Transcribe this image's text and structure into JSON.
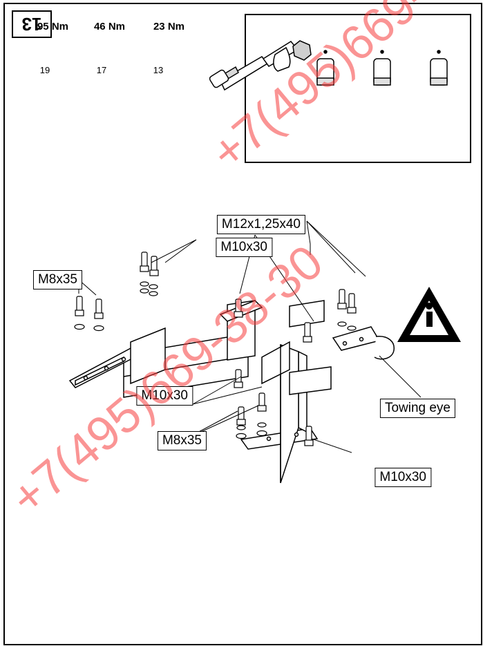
{
  "step_number": "13",
  "torque_specs": [
    {
      "socket": "13",
      "torque": "23 Nm"
    },
    {
      "socket": "17",
      "torque": "46 Nm"
    },
    {
      "socket": "19",
      "torque": "95 Nm"
    }
  ],
  "labels": {
    "bolt_m12": "M12x1,25x40",
    "bolt_m10_top": "M10x30",
    "bolt_m8_left": "M8x35",
    "bolt_m10_mid": "M10x30",
    "bolt_m8_bottom": "M8x35",
    "bolt_m10_bottom": "M10x30",
    "towing_eye": "Towing eye"
  },
  "watermark": "+7(495)669-38-30",
  "colors": {
    "watermark": "#f53c3c",
    "line": "#000000"
  }
}
